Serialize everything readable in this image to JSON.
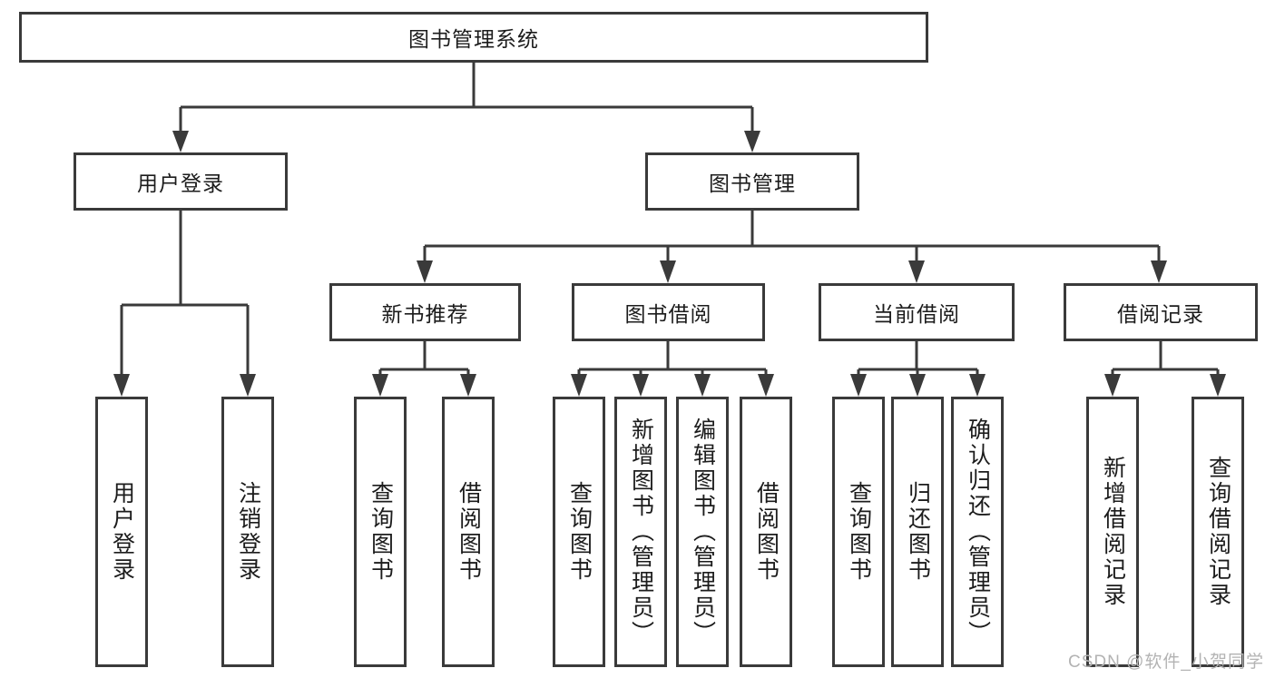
{
  "diagram": {
    "type": "hierarchy-tree",
    "colors": {
      "line": "#3a3a3a",
      "box_border": "#3a3a3a",
      "box_fill": "#ffffff",
      "text": "#1c1c1c",
      "watermark": "#b3b3b3",
      "background": "#ffffff"
    },
    "watermark": "CSDN @软件_小贺同学",
    "nodes": {
      "root": {
        "label": "图书管理系统"
      },
      "userLogin": {
        "label": "用户登录"
      },
      "bookMgmt": {
        "label": "图书管理"
      },
      "newBookRec": {
        "label": "新书推荐"
      },
      "bookBorrow": {
        "label": "图书借阅"
      },
      "currentBorrow": {
        "label": "当前借阅"
      },
      "borrowRecords": {
        "label": "借阅记录"
      },
      "leafUserLogin": {
        "label": "用户登录"
      },
      "leafLogout": {
        "label": "注销登录"
      },
      "leafQueryBooks1": {
        "label": "查询图书"
      },
      "leafBorrowBooks1": {
        "label": "借阅图书"
      },
      "leafQueryBooks2": {
        "label": "查询图书"
      },
      "leafAddBooks": {
        "label": "新增图书（管理员）"
      },
      "leafEditBooks": {
        "label": "编辑图书（管理员）"
      },
      "leafBorrowBooks2": {
        "label": "借阅图书"
      },
      "leafQueryBooks3": {
        "label": "查询图书"
      },
      "leafReturnBooks": {
        "label": "归还图书"
      },
      "leafConfirmReturn": {
        "label": "确认归还（管理员）"
      },
      "leafAddBorrowRecord": {
        "label": "新增借阅记录"
      },
      "leafQueryBorrowRecord": {
        "label": "查询借阅记录"
      }
    },
    "edges": [
      [
        "root",
        "userLogin"
      ],
      [
        "root",
        "bookMgmt"
      ],
      [
        "userLogin",
        "leafUserLogin"
      ],
      [
        "userLogin",
        "leafLogout"
      ],
      [
        "bookMgmt",
        "newBookRec"
      ],
      [
        "bookMgmt",
        "bookBorrow"
      ],
      [
        "bookMgmt",
        "currentBorrow"
      ],
      [
        "bookMgmt",
        "borrowRecords"
      ],
      [
        "newBookRec",
        "leafQueryBooks1"
      ],
      [
        "newBookRec",
        "leafBorrowBooks1"
      ],
      [
        "bookBorrow",
        "leafQueryBooks2"
      ],
      [
        "bookBorrow",
        "leafAddBooks"
      ],
      [
        "bookBorrow",
        "leafEditBooks"
      ],
      [
        "bookBorrow",
        "leafBorrowBooks2"
      ],
      [
        "currentBorrow",
        "leafQueryBooks3"
      ],
      [
        "currentBorrow",
        "leafReturnBooks"
      ],
      [
        "currentBorrow",
        "leafConfirmReturn"
      ],
      [
        "borrowRecords",
        "leafAddBorrowRecord"
      ],
      [
        "borrowRecords",
        "leafQueryBorrowRecord"
      ]
    ]
  }
}
